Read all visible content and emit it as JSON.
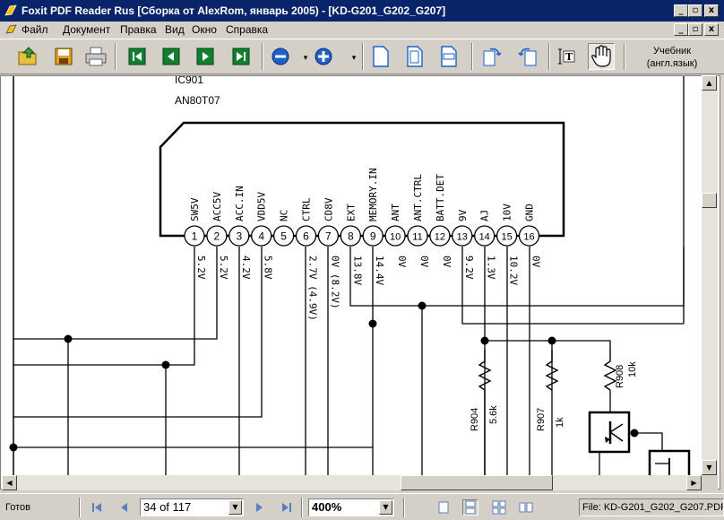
{
  "window": {
    "title": "Foxit PDF Reader Rus     [Сборка от AlexRom, январь 2005) - [KD-G201_G202_G207]"
  },
  "menu": {
    "items": [
      "Файл",
      "Документ",
      "Правка",
      "Вид",
      "Окно",
      "Справка"
    ]
  },
  "toolbar": {
    "bookmark_line1": "Учебник",
    "bookmark_line2": "(англ.язык)"
  },
  "schematic": {
    "ic_ref": "IC901",
    "ic_part": "AN80T07",
    "pins": [
      {
        "num": "1",
        "name": "SW5V",
        "voltage": "5.2V"
      },
      {
        "num": "2",
        "name": "ACC5V",
        "voltage": "5.2V"
      },
      {
        "num": "3",
        "name": "ACC.IN",
        "voltage": "4.2V"
      },
      {
        "num": "4",
        "name": "VDD5V",
        "voltage": "5.8V"
      },
      {
        "num": "5",
        "name": "NC",
        "voltage": ""
      },
      {
        "num": "6",
        "name": "CTRL",
        "voltage": "2.7V (4.9V)"
      },
      {
        "num": "7",
        "name": "CD8V",
        "voltage": "0V (8.2V)"
      },
      {
        "num": "8",
        "name": "EXT",
        "voltage": "13.8V"
      },
      {
        "num": "9",
        "name": "MEMORY.IN",
        "voltage": "14.4V"
      },
      {
        "num": "10",
        "name": "ANT",
        "voltage": "0V"
      },
      {
        "num": "11",
        "name": "ANT.CTRL",
        "voltage": "0V"
      },
      {
        "num": "12",
        "name": "BATT.DET",
        "voltage": "0V"
      },
      {
        "num": "13",
        "name": "9V",
        "voltage": "9.2V"
      },
      {
        "num": "14",
        "name": "AJ",
        "voltage": "1.3V"
      },
      {
        "num": "15",
        "name": "10V",
        "voltage": "10.2V"
      },
      {
        "num": "16",
        "name": "GND",
        "voltage": "0V"
      }
    ],
    "resistors": [
      {
        "ref": "R904",
        "value": "5.6k"
      },
      {
        "ref": "R907",
        "value": "1k"
      },
      {
        "ref": "R908",
        "value": "10k"
      }
    ]
  },
  "status": {
    "ready": "Готов",
    "page": "34 of 117",
    "zoom": "400%",
    "file": "File: KD-G201_G202_G207.PDF"
  }
}
